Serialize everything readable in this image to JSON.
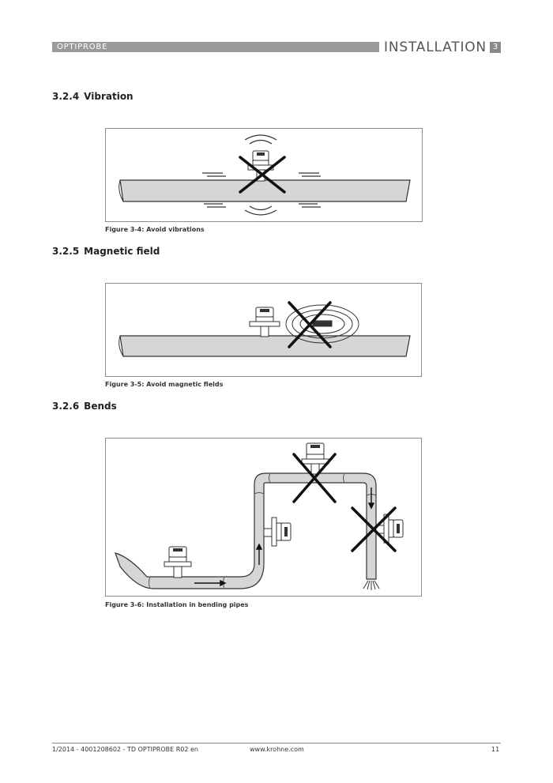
{
  "header": {
    "product": "OPTIPROBE",
    "chapter_title": "INSTALLATION",
    "chapter_number": "3"
  },
  "sections": [
    {
      "number": "3.2.4",
      "title": "Vibration"
    },
    {
      "number": "3.2.5",
      "title": "Magnetic field"
    },
    {
      "number": "3.2.6",
      "title": "Bends"
    }
  ],
  "figures": [
    {
      "label": "Figure 3-4:",
      "caption": "Avoid vibrations"
    },
    {
      "label": "Figure 3-5:",
      "caption": "Avoid magnetic fields"
    },
    {
      "label": "Figure 3-6:",
      "caption": "Installation in bending pipes"
    }
  ],
  "footer": {
    "doc_ref": "1/2014 - 4001208602 - TD OPTIPROBE R02 en",
    "website": "www.krohne.com",
    "page": "11"
  }
}
